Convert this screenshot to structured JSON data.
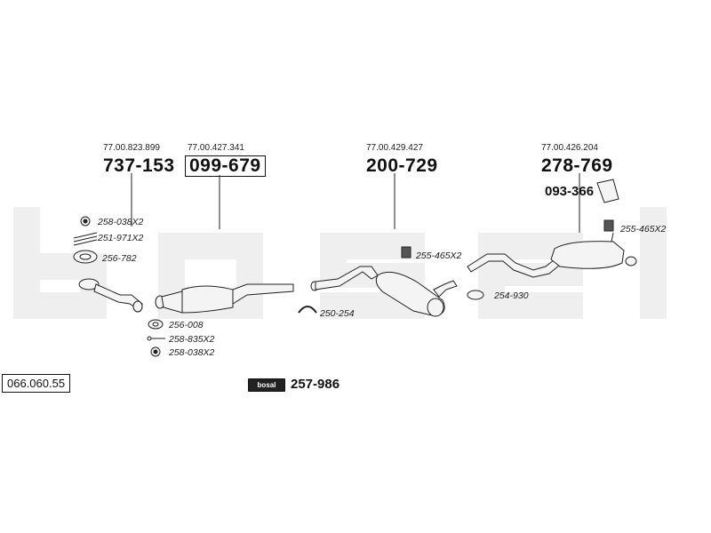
{
  "parts": [
    {
      "oem": "77.00.823.899",
      "number": "737-153"
    },
    {
      "oem": "77.00.427.341",
      "number": "099-679"
    },
    {
      "oem": "77.00.429.427",
      "number": "200-729"
    },
    {
      "oem": "77.00.426.204",
      "number": "278-769"
    }
  ],
  "bracket_part": "093-366",
  "accessories": {
    "a1": "258-038X2",
    "a2": "251-971X2",
    "a3": "256-782",
    "a4": "256-008",
    "a5": "258-835X2",
    "a6": "258-038X2",
    "a7": "250-254",
    "a8": "255-465X2",
    "a9": "254-930",
    "a10": "255-465X2"
  },
  "catalog_number": "066.060.55",
  "mounting_kit": {
    "logo_text": "bosal",
    "number": "257-986"
  },
  "watermark": "bosal",
  "colors": {
    "watermark": "#efefef",
    "line": "#222222",
    "part_fill": "#f4f4f4"
  }
}
